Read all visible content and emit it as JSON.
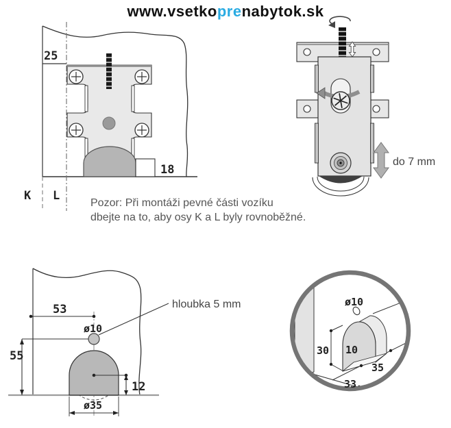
{
  "header": {
    "prefix": "www.vsetko",
    "highlight": "pre",
    "suffix": "nabytok.sk"
  },
  "notice": {
    "line1": "Pozor: Při montáži pevné části vozíku",
    "line2": "dbejte na to, aby osy K a L byly rovnoběžné."
  },
  "fixed_part": {
    "dim_offset": "25",
    "dim_height": "18",
    "axis_left": "K",
    "axis_right": "L"
  },
  "carriage": {
    "adjust_range": "do 7 mm"
  },
  "drill_plan": {
    "dim_horizontal": "53",
    "dim_vertical": "55",
    "dim_center_height": "12",
    "hole_dia": "ø10",
    "pocket_dia": "ø35",
    "depth_note": "hloubka 5 mm"
  },
  "detail_view": {
    "hole_dia": "ø10",
    "dim_30": "30",
    "dim_10": "10",
    "dim_35": "35",
    "dim_33": "33"
  },
  "colors": {
    "accent": "#29abe2",
    "line": "#333333",
    "light_fill": "#e8e8e8",
    "mid_fill": "#b5b5b5",
    "muted_text": "#555555",
    "detail_ring": "#757575"
  }
}
